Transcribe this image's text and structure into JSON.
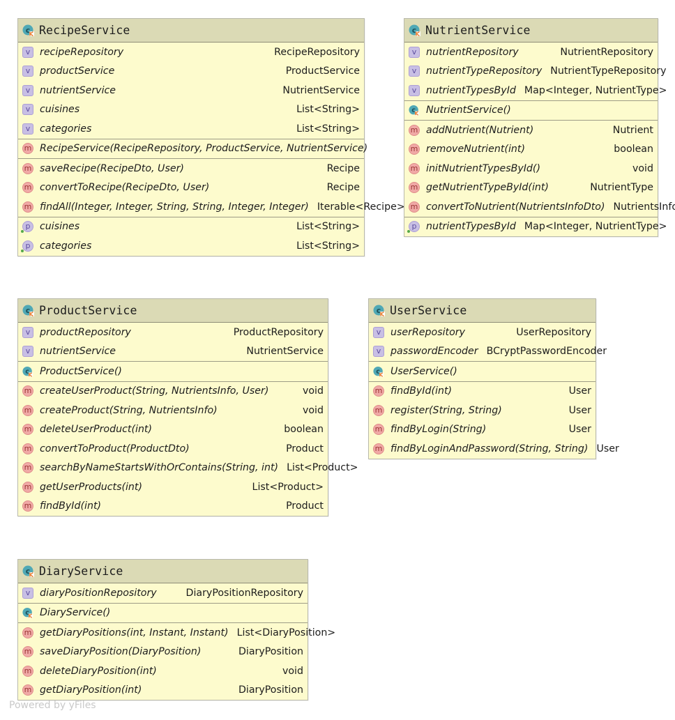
{
  "classes": [
    {
      "id": "recipe",
      "name": "RecipeService",
      "sections": [
        {
          "rows": [
            {
              "kind": "field",
              "badge": "v",
              "name": "recipeRepository",
              "type": "RecipeRepository"
            },
            {
              "kind": "field",
              "badge": "v",
              "name": "productService",
              "type": "ProductService"
            },
            {
              "kind": "field",
              "badge": "v",
              "name": "nutrientService",
              "type": "NutrientService"
            },
            {
              "kind": "field",
              "badge": "v",
              "name": "cuisines",
              "type": "List<String>"
            },
            {
              "kind": "field",
              "badge": "v",
              "name": "categories",
              "type": "List<String>"
            }
          ]
        },
        {
          "rows": [
            {
              "kind": "method",
              "badge": "m",
              "name": "RecipeService(RecipeRepository, ProductService, NutrientService)",
              "type": ""
            }
          ]
        },
        {
          "rows": [
            {
              "kind": "method",
              "badge": "m",
              "name": "saveRecipe(RecipeDto, User)",
              "type": "Recipe"
            },
            {
              "kind": "method",
              "badge": "m",
              "name": "convertToRecipe(RecipeDto, User)",
              "type": "Recipe"
            },
            {
              "kind": "method",
              "badge": "m",
              "name": "findAll(Integer, Integer, String, String, Integer, Integer)",
              "type": "Iterable<Recipe>"
            }
          ]
        },
        {
          "rows": [
            {
              "kind": "prop",
              "badge": "p",
              "name": "cuisines",
              "type": "List<String>"
            },
            {
              "kind": "prop",
              "badge": "p",
              "name": "categories",
              "type": "List<String>"
            }
          ]
        }
      ]
    },
    {
      "id": "nutrient",
      "name": "NutrientService",
      "sections": [
        {
          "rows": [
            {
              "kind": "field",
              "badge": "v",
              "name": "nutrientRepository",
              "type": "NutrientRepository"
            },
            {
              "kind": "field",
              "badge": "v",
              "name": "nutrientTypeRepository",
              "type": "NutrientTypeRepository"
            },
            {
              "kind": "field",
              "badge": "v",
              "name": "nutrientTypesById",
              "type": "Map<Integer, NutrientType>"
            }
          ]
        },
        {
          "rows": [
            {
              "kind": "ctor",
              "badge": "c",
              "name": "NutrientService()",
              "type": ""
            }
          ]
        },
        {
          "rows": [
            {
              "kind": "method",
              "badge": "m",
              "name": "addNutrient(Nutrient)",
              "type": "Nutrient"
            },
            {
              "kind": "method",
              "badge": "m",
              "name": "removeNutrient(int)",
              "type": "boolean"
            },
            {
              "kind": "method",
              "badge": "m",
              "name": "initNutrientTypesById()",
              "type": "void"
            },
            {
              "kind": "method",
              "badge": "m",
              "name": "getNutrientTypeById(int)",
              "type": "NutrientType"
            },
            {
              "kind": "method",
              "badge": "m",
              "name": "convertToNutrient(NutrientsInfoDto)",
              "type": "NutrientsInfo"
            }
          ]
        },
        {
          "rows": [
            {
              "kind": "prop",
              "badge": "p",
              "name": "nutrientTypesById",
              "type": "Map<Integer, NutrientType>"
            }
          ]
        }
      ]
    },
    {
      "id": "product",
      "name": "ProductService",
      "sections": [
        {
          "rows": [
            {
              "kind": "field",
              "badge": "v",
              "name": "productRepository",
              "type": "ProductRepository"
            },
            {
              "kind": "field",
              "badge": "v",
              "name": "nutrientService",
              "type": "NutrientService"
            }
          ]
        },
        {
          "rows": [
            {
              "kind": "ctor",
              "badge": "c",
              "name": "ProductService()",
              "type": ""
            }
          ]
        },
        {
          "rows": [
            {
              "kind": "method",
              "badge": "m",
              "name": "createUserProduct(String, NutrientsInfo, User)",
              "type": "void"
            },
            {
              "kind": "method",
              "badge": "m",
              "name": "createProduct(String, NutrientsInfo)",
              "type": "void"
            },
            {
              "kind": "method",
              "badge": "m",
              "name": "deleteUserProduct(int)",
              "type": "boolean"
            },
            {
              "kind": "method",
              "badge": "m",
              "name": "convertToProduct(ProductDto)",
              "type": "Product"
            },
            {
              "kind": "method",
              "badge": "m",
              "name": "searchByNameStartsWithOrContains(String, int)",
              "type": "List<Product>"
            },
            {
              "kind": "method",
              "badge": "m",
              "name": "getUserProducts(int)",
              "type": "List<Product>"
            },
            {
              "kind": "method",
              "badge": "m",
              "name": "findById(int)",
              "type": "Product"
            }
          ]
        }
      ]
    },
    {
      "id": "user",
      "name": "UserService",
      "sections": [
        {
          "rows": [
            {
              "kind": "field",
              "badge": "v",
              "name": "userRepository",
              "type": "UserRepository"
            },
            {
              "kind": "field",
              "badge": "v",
              "name": "passwordEncoder",
              "type": "BCryptPasswordEncoder"
            }
          ]
        },
        {
          "rows": [
            {
              "kind": "ctor",
              "badge": "c",
              "name": "UserService()",
              "type": ""
            }
          ]
        },
        {
          "rows": [
            {
              "kind": "method",
              "badge": "m",
              "name": "findById(int)",
              "type": "User"
            },
            {
              "kind": "method",
              "badge": "m",
              "name": "register(String, String)",
              "type": "User"
            },
            {
              "kind": "method",
              "badge": "m",
              "name": "findByLogin(String)",
              "type": "User"
            },
            {
              "kind": "method",
              "badge": "m",
              "name": "findByLoginAndPassword(String, String)",
              "type": "User"
            }
          ]
        }
      ]
    },
    {
      "id": "diary",
      "name": "DiaryService",
      "sections": [
        {
          "rows": [
            {
              "kind": "field",
              "badge": "v",
              "name": "diaryPositionRepository",
              "type": "DiaryPositionRepository"
            }
          ]
        },
        {
          "rows": [
            {
              "kind": "ctor",
              "badge": "c",
              "name": "DiaryService()",
              "type": ""
            }
          ]
        },
        {
          "rows": [
            {
              "kind": "method",
              "badge": "m",
              "name": "getDiaryPositions(int, Instant, Instant)",
              "type": "List<DiaryPosition>"
            },
            {
              "kind": "method",
              "badge": "m",
              "name": "saveDiaryPosition(DiaryPosition)",
              "type": "DiaryPosition"
            },
            {
              "kind": "method",
              "badge": "m",
              "name": "deleteDiaryPosition(int)",
              "type": "void"
            },
            {
              "kind": "method",
              "badge": "m",
              "name": "getDiaryPosition(int)",
              "type": "DiaryPosition"
            }
          ]
        }
      ]
    }
  ],
  "watermark": "Powered by yFiles",
  "colors": {
    "class_fill": "#fdfbcd",
    "header_fill": "#dbdab5",
    "field_badge": "#c8bfe4",
    "method_badge": "#f0a9a6",
    "class_icon_teal": "#4fa8b5",
    "class_icon_orange": "#e8833a"
  }
}
